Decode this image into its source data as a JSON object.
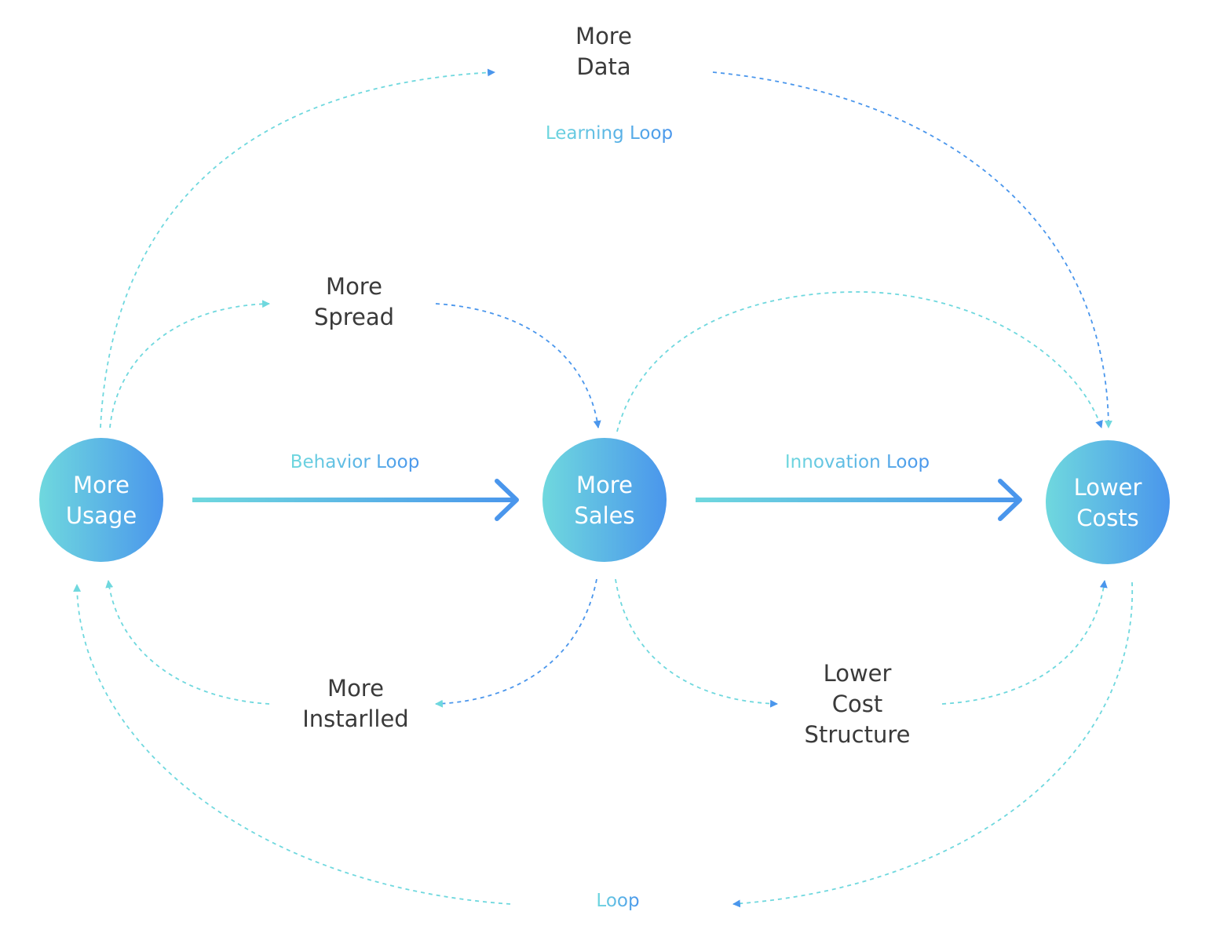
{
  "colors": {
    "gradient_start": "#6fd8de",
    "gradient_end": "#4a96ec",
    "text_dark": "#3a3a3a",
    "node_text": "#ffffff",
    "background": "#ffffff"
  },
  "nodes": {
    "more_usage": {
      "line1": "More",
      "line2": "Usage"
    },
    "more_sales": {
      "line1": "More",
      "line2": "Sales"
    },
    "lower_costs": {
      "line1": "Lower",
      "line2": "Costs"
    }
  },
  "labels": {
    "more_data": {
      "line1": "More",
      "line2": "Data"
    },
    "more_spread": {
      "line1": "More",
      "line2": "Spread"
    },
    "more_installed": {
      "line1": "More",
      "line2": "Instarlled"
    },
    "lower_cost_structure": {
      "line1": "Lower",
      "line2": "Cost",
      "line3": "Structure"
    }
  },
  "loops": {
    "learning": "Learning Loop",
    "behavior": "Behavior Loop",
    "innovation": "Innovation Loop",
    "bottom": "Loop"
  }
}
